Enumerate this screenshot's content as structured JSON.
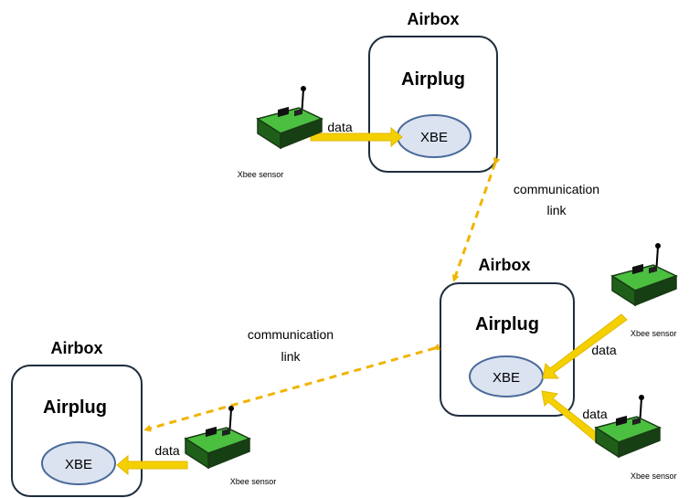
{
  "colors": {
    "box_border": "#1f2d3d",
    "xbe_fill": "#dbe3f1",
    "xbe_stroke": "#4a6a9a",
    "arrow": "#f5d000",
    "dashed_link": "#f0b400",
    "sensor_green": "#2f8f2a"
  },
  "nodes": [
    {
      "title": "Airbox",
      "plug": "Airplug",
      "xbe": "XBE"
    },
    {
      "title": "Airbox",
      "plug": "Airplug",
      "xbe": "XBE"
    },
    {
      "title": "Airbox",
      "plug": "Airplug",
      "xbe": "XBE"
    }
  ],
  "sensor_label": "Xbee sensor",
  "data_label": "data",
  "link_label": {
    "line1": "communication",
    "line2": "link"
  }
}
